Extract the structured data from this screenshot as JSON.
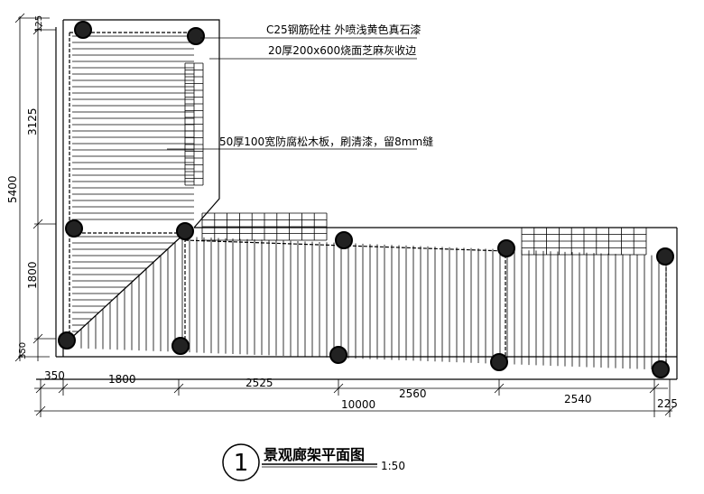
{
  "annotations": {
    "column": "C25钢筋砼柱 外喷浅黄色真石漆",
    "beam": "20厚200x600烧面芝麻灰收边",
    "slat": "50厚100宽防腐松木板，刷清漆，留8mm缝"
  },
  "dimensions": {
    "left_total": "5400",
    "left_upper": "3125",
    "left_lower": "1800",
    "left_top_small": "125",
    "left_bottom_small": "350",
    "bottom_350": "350",
    "bottom_1800": "1800",
    "bottom_2525": "2525",
    "bottom_2560": "2560",
    "bottom_2540": "2540",
    "bottom_225": "225",
    "bottom_total": "10000"
  },
  "title": {
    "number": "1",
    "name": "景观廊架平面图",
    "scale": "1:50"
  }
}
